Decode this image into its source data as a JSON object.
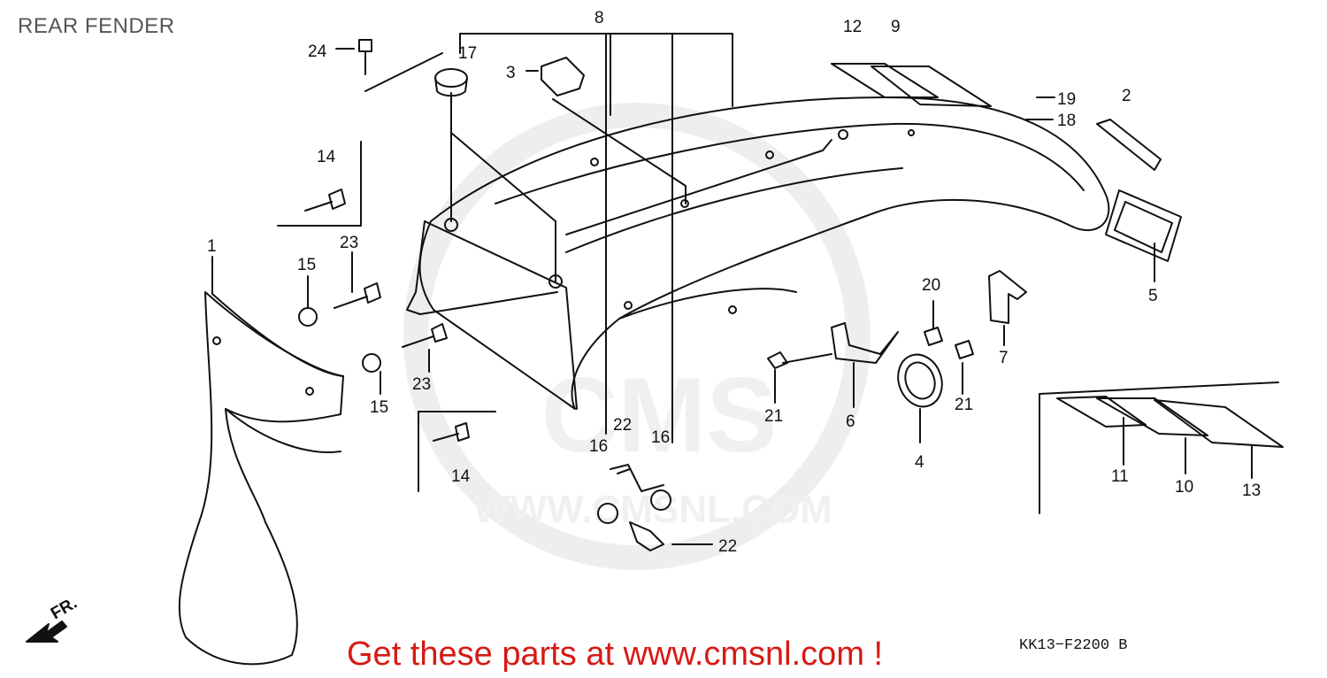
{
  "title": "REAR FENDER",
  "callouts": [
    "1",
    "2",
    "3",
    "4",
    "5",
    "6",
    "7",
    "8",
    "9",
    "10",
    "11",
    "12",
    "13",
    "14",
    "14",
    "15",
    "15",
    "16",
    "16",
    "17",
    "18",
    "19",
    "20",
    "21",
    "21",
    "22",
    "22",
    "23",
    "23",
    "24"
  ],
  "front_marker": "FR.",
  "watermark": "WWW.CMSNL.COM",
  "banner": "Get these parts at www.cmsnl.com !",
  "diagram_code": "KK13−F2200 B",
  "colors": {
    "banner": "#d61a14",
    "ink": "#111111",
    "watermark": "#e3e3e3"
  }
}
